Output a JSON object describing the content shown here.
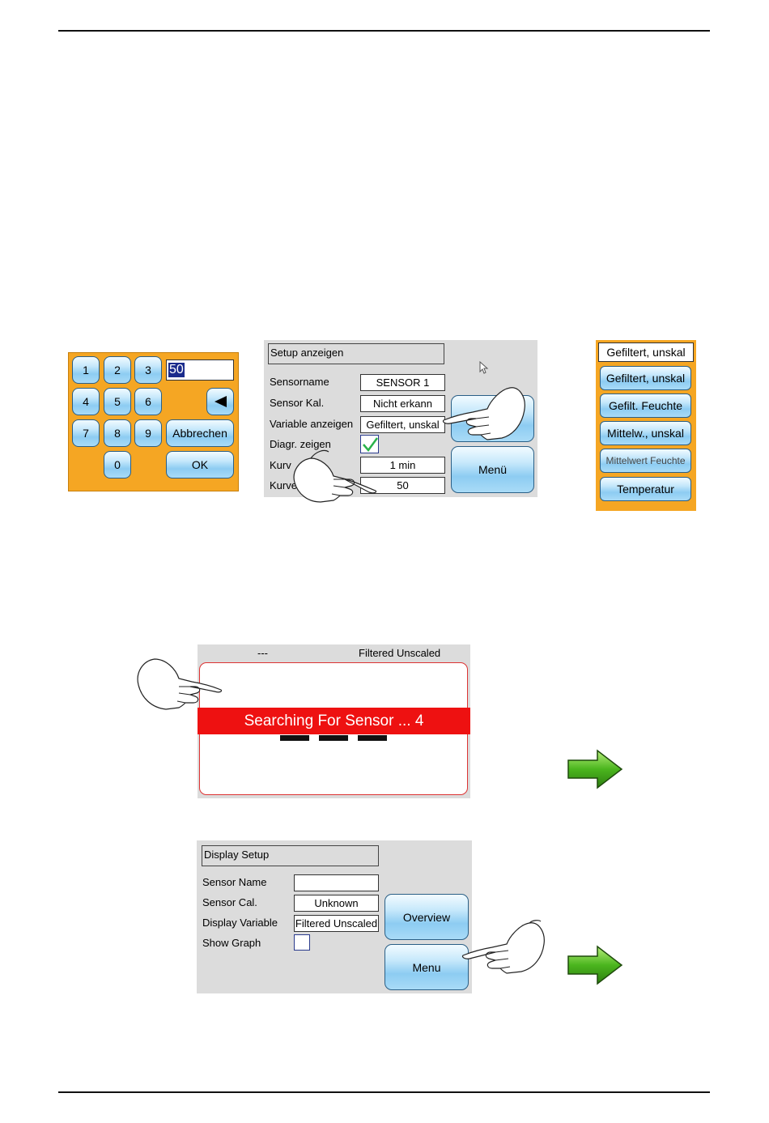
{
  "keypad": {
    "keys": [
      "1",
      "2",
      "3",
      "4",
      "5",
      "6",
      "7",
      "8",
      "9",
      "0"
    ],
    "input_value": "50",
    "backspace_icon": "left-triangle-icon",
    "cancel_label": "Abbrechen",
    "ok_label": "OK"
  },
  "setup_de": {
    "title": "Setup anzeigen",
    "rows": [
      {
        "label": "Sensorname",
        "value": "SENSOR 1"
      },
      {
        "label": "Sensor Kal.",
        "value": "Nicht erkann"
      },
      {
        "label": "Variable anzeigen",
        "value": "Gefiltert, unskal"
      },
      {
        "label": "Diagr. zeigen",
        "value": ""
      },
      {
        "label": "Kurv",
        "value": "1 min"
      },
      {
        "label": "Kurven",
        "value": "50"
      }
    ],
    "menu_label": "Menü"
  },
  "dropdown": {
    "selected": "Gefiltert, unskal",
    "options": [
      "Gefiltert, unskal",
      "Gefilt. Feuchte",
      "Mittelw., unskal",
      "Mittelwert Feuchte",
      "Temperatur"
    ]
  },
  "search_screen": {
    "header_left": "---",
    "header_right": "Filtered Unscaled",
    "banner": "Searching For Sensor ... 4"
  },
  "setup_en": {
    "title": "Display Setup",
    "rows": [
      {
        "label": "Sensor Name",
        "value": ""
      },
      {
        "label": "Sensor Cal.",
        "value": "Unknown"
      },
      {
        "label": "Display Variable",
        "value": "Filtered Unscaled"
      },
      {
        "label": "Show Graph",
        "value": ""
      }
    ],
    "overview_label": "Overview",
    "menu_label": "Menu"
  },
  "colors": {
    "keypad_bg": "#f5a623",
    "panel_bg": "#dcdcdc",
    "banner_red": "#ee1111",
    "arrow_green": "#3fae1c"
  }
}
